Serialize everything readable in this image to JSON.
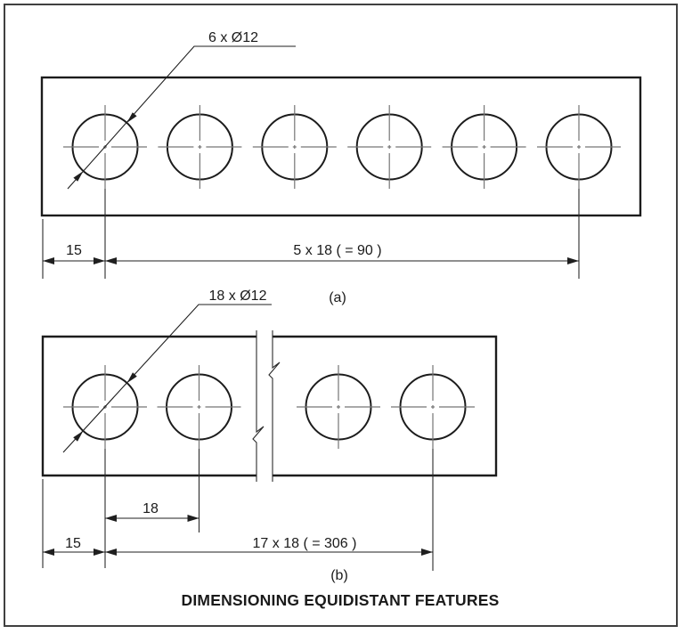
{
  "title": "DIMENSIONING EQUIDISTANT FEATURES",
  "colors": {
    "line": "#1c1c1c",
    "centerline": "#767676",
    "frame_border": "#404040",
    "background": "#ffffff"
  },
  "view_a": {
    "caption": "(a)",
    "callout": "6 x Ø12",
    "dim_edge": "15",
    "dim_span": "5 x 18 ( = 90 )"
  },
  "view_b": {
    "caption": "(b)",
    "callout": "18 x Ø12",
    "dim_pitch": "18",
    "dim_edge": "15",
    "dim_span": "17 x 18 ( = 306 )"
  },
  "diagram_data": {
    "type": "technical-drawing",
    "subject": "dimensioning of equidistant hole patterns",
    "views": [
      {
        "id": "a",
        "holes": 6,
        "hole_diameter_mm": 12,
        "edge_offset_mm": 15,
        "pitch_mm": 18,
        "pitch_count": 5,
        "total_span_mm": 90,
        "broken_view": false
      },
      {
        "id": "b",
        "holes": 18,
        "hole_diameter_mm": 12,
        "edge_offset_mm": 15,
        "pitch_mm": 18,
        "pitch_count": 17,
        "total_span_mm": 306,
        "broken_view": true
      }
    ]
  }
}
